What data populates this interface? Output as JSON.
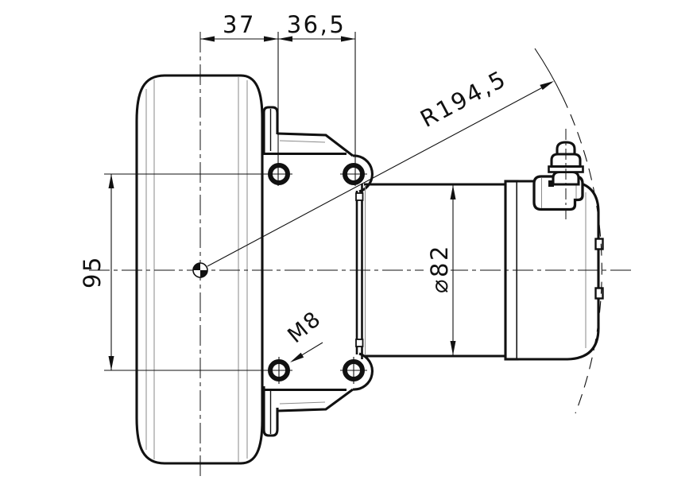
{
  "drawing": {
    "type": "engineering-drawing",
    "view": "wheel-drive-assembly-side-view",
    "background_color": "#ffffff",
    "line_color": "#111111",
    "annotations": {
      "hub_offset": "37",
      "flange_offset": "36,5",
      "mount_hole_spacing": "95",
      "wheel_radius": "R194,5",
      "motor_diameter": "⌀82",
      "thread_callout": "M8"
    }
  }
}
